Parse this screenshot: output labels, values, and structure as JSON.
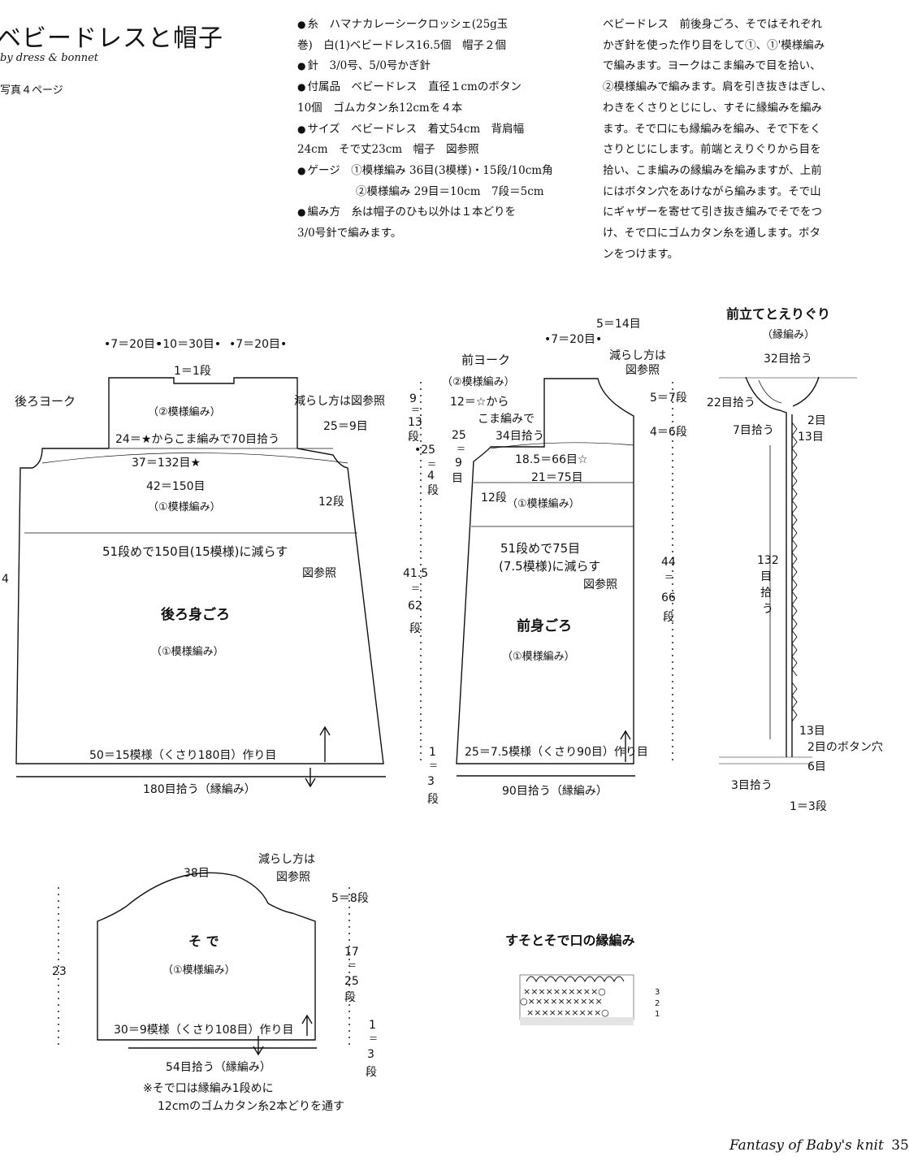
{
  "header": {
    "title": "ベビードレスと帽子",
    "subtitle": "by dress & bonnet",
    "photo_ref": "写真４ページ"
  },
  "materials": [
    {
      "bullet": "●",
      "text": "糸　ハマナカレーシークロッシェ(25g玉"
    },
    {
      "bullet": "",
      "text": "巻)　白(1)ベビードレス16.5個　帽子２個"
    },
    {
      "bullet": "●",
      "text": "針　3/0号、5/0号かぎ針"
    },
    {
      "bullet": "●",
      "text": "付属品　ベビードレス　直径１cmのボタン"
    },
    {
      "bullet": "",
      "text": "10個　ゴムカタン糸12cmを４本"
    },
    {
      "bullet": "●",
      "text": "サイズ　ベビードレス　着丈54cm　背肩幅"
    },
    {
      "bullet": "",
      "text": "24cm　そで丈23cm　帽子　図参照"
    },
    {
      "bullet": "●",
      "text": "ゲージ　①模様編み 36目(3模様)・15段/10cm角"
    },
    {
      "bullet": "",
      "text": "②模様編み 29目＝10cm　7段＝5cm",
      "indent": true
    },
    {
      "bullet": "●",
      "text": "編み方　糸は帽子のひも以外は１本どりを"
    },
    {
      "bullet": "",
      "text": "3/0号針で編みます。"
    }
  ],
  "instructions": [
    "ベビードレス　前後身ごろ、そではそれぞれ",
    "かぎ針を使った作り目をして①、①'模様編み",
    "で編みます。ヨークはこま編みで目を拾い、",
    "②模様編みで編みます。肩を引き抜きはぎし、",
    "わきをくさりとじにし、すそに縁編みを編み",
    "ます。そで口にも縁編みを編み、そで下をく",
    "さりとじにします。前端とえりぐりから目を",
    "拾い、こま編みの縁編みを編みますが、上前",
    "にはボタン穴をあけながら編みます。そで山",
    "にギャザーを寄せて引き抜き編みでそでをつ",
    "け、そで口にゴムカタン糸を通します。ボタ",
    "ンをつけます。"
  ],
  "back": {
    "top_dims": [
      "•7＝20目•",
      "•10＝30目•",
      "•7＝20目•"
    ],
    "yoke_center": "1＝1段",
    "yoke_label": "後ろヨーク",
    "yoke_pattern": "（②模様編み）",
    "decrease_note": "減らし方は図参照",
    "pickup": "24＝★からこま編みで70目拾う",
    "armhole": "25＝9目",
    "width_37": "37＝132目★",
    "width_42": "42＝150目",
    "pattern1": "（①模様編み）",
    "rows_12": "12段",
    "decrease_51": "51段めで150目(15模様)に減らす",
    "see_fig": "図参照",
    "body_label": "後ろ身ごろ",
    "body_pattern": "（①模様編み）",
    "cast_on": "50＝15模様（くさり180目）作り目",
    "edge_pickup": "180目拾う（縁編み）",
    "side_partial": "4",
    "dim_9": "9",
    "dim_eq": "＝",
    "dim_13": "13",
    "dim_dan": "段",
    "dim_25": "•25",
    "dim_4": "4",
    "dim_415": "41.5",
    "dim_62": "62",
    "dim_1": "1",
    "dim_3": "3"
  },
  "front": {
    "top_dim_7": "•7＝20目•",
    "top_dim_5": "5＝14目",
    "yoke_label": "前ヨーク",
    "yoke_pattern": "（②模様編み）",
    "decrease_note_1": "減らし方は",
    "decrease_note_2": "図参照",
    "pickup_1": "12＝☆から",
    "pickup_2": "こま編みで",
    "pickup_3": "34目拾う",
    "armhole_25": "25",
    "armhole_eq": "＝",
    "armhole_9": "9",
    "armhole_moku": "目",
    "width_185": "18.5＝66目☆",
    "width_21": "21＝75目",
    "rows_12": "12段",
    "pattern1": "（①模様編み）",
    "decrease_51a": "51段めで75目",
    "decrease_51b": "(7.5模様)に減らす",
    "see_fig": "図参照",
    "body_label": "前身ごろ",
    "body_pattern": "（①模様編み）",
    "cast_on": "25＝7.5模様（くさり90目）作り目",
    "edge_pickup": "90目拾う（縁編み）",
    "dim_5": "5＝7段",
    "dim_4": "4＝6段",
    "dim_44": "44",
    "dim_eq": "＝",
    "dim_66": "66",
    "dim_dan": "段"
  },
  "placket": {
    "title": "前立てとえりぐり",
    "pattern": "（縁編み）",
    "pickup_32": "32目拾う",
    "pickup_22": "22目拾う",
    "pickup_7": "7目拾う",
    "mark_2": "2目",
    "mark_13a": "13目",
    "v_132": "132",
    "v_moku": "目",
    "v_hirou": "拾",
    "v_u": "う",
    "mark_13b": "13目",
    "buttonhole": "2目のボタン穴",
    "mark_6": "6目",
    "pickup_3": "3目拾う",
    "rows": "1＝3段"
  },
  "sleeve": {
    "top": "38目",
    "decrease_1": "減らし方は",
    "decrease_2": "図参照",
    "label": "そ で",
    "pattern": "（①模様編み）",
    "height": "23",
    "cap": "5＝8段",
    "dim_17": "17",
    "dim_eq": "＝",
    "dim_25": "25",
    "dim_dan": "段",
    "dim_1": "1",
    "dim_3": "3",
    "cast_on": "30＝9模様（くさり108目）作り目",
    "edge_pickup": "54目拾う（縁編み）",
    "note_1": "※そで口は縁編み1段めに",
    "note_2": "12cmのゴムカタン糸2本どりを通す"
  },
  "edging": {
    "title": "すそとそで口の縁編み",
    "row_labels": [
      "3",
      "2",
      "1"
    ],
    "row_symbols": [
      "××××××××××○",
      "○××××××××××",
      "××××××××××○"
    ]
  },
  "footer": {
    "credit": "Fantasy of Baby's knit",
    "page_number": "35"
  }
}
